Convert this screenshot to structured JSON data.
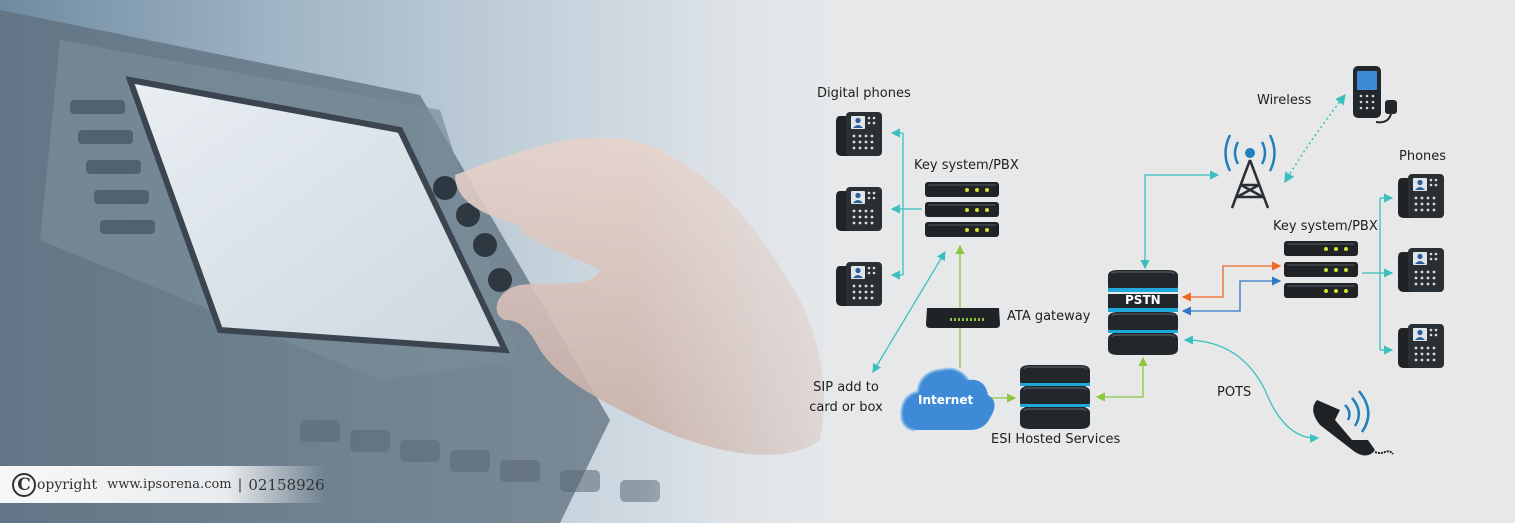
{
  "diagram": {
    "labels": {
      "digital_phones": "Digital phones",
      "key_system_left": "Key system/PBX",
      "ata_gateway": "ATA gateway",
      "sip_line1": "SIP add to",
      "sip_line2": "card or box",
      "internet": "Internet",
      "esi_hosted": "ESI Hosted Services",
      "pstn": "PSTN",
      "wireless": "Wireless",
      "key_system_right": "Key system/PBX",
      "phones": "Phones",
      "pots": "POTS"
    },
    "colors": {
      "teal_line": "#3bbfbf",
      "green_line": "#8cc63f",
      "orange_line": "#f26522",
      "blue_line": "#2e77c9",
      "server_dark": "#1f2326",
      "server_led": "#d4e03a",
      "cloud": "#3f8ad6",
      "pstn_band": "#1fa9d8"
    }
  },
  "copyright": {
    "symbol": "C",
    "text": "opyright",
    "url": "www.ipsorena.com",
    "separator": "|",
    "phone": "02158926"
  }
}
